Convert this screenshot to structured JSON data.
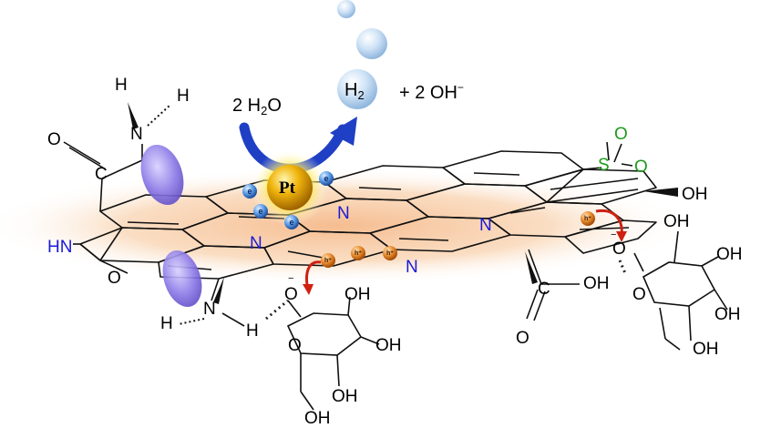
{
  "reaction": {
    "water": "2 H",
    "water_sub": "2",
    "water_tail": "O",
    "hydrogen": "H",
    "hydrogen_sub": "2",
    "plus_hydroxide": "+  2 OH",
    "hydroxide_charge": "−"
  },
  "catalyst": {
    "label": "Pt",
    "electron": "e",
    "hole": "h⁺",
    "anion": "−"
  },
  "atoms": {
    "N": "N",
    "O": "O",
    "H": "H",
    "HN": "HN",
    "S": "S",
    "OH": "OH",
    "OH_right": "OH",
    "amine_N": "N",
    "amine_H": "H",
    "H_dots": "H",
    "sugar_O": "O"
  },
  "colors": {
    "nitrogen": "#1a1ad6",
    "sulfur": "#1e9a1e",
    "electron": "#4a86d8",
    "hole": "#e07a1f",
    "arrow_blue": "#1f3fc4",
    "arrow_red": "#d02010",
    "glow": "#f5b98a",
    "orbital": "#7a6ad8"
  },
  "icons": [
    "hydrogen-bubble-icon",
    "electron-icon",
    "hole-icon",
    "platinum-particle-icon",
    "orbital-lobe-icon"
  ]
}
